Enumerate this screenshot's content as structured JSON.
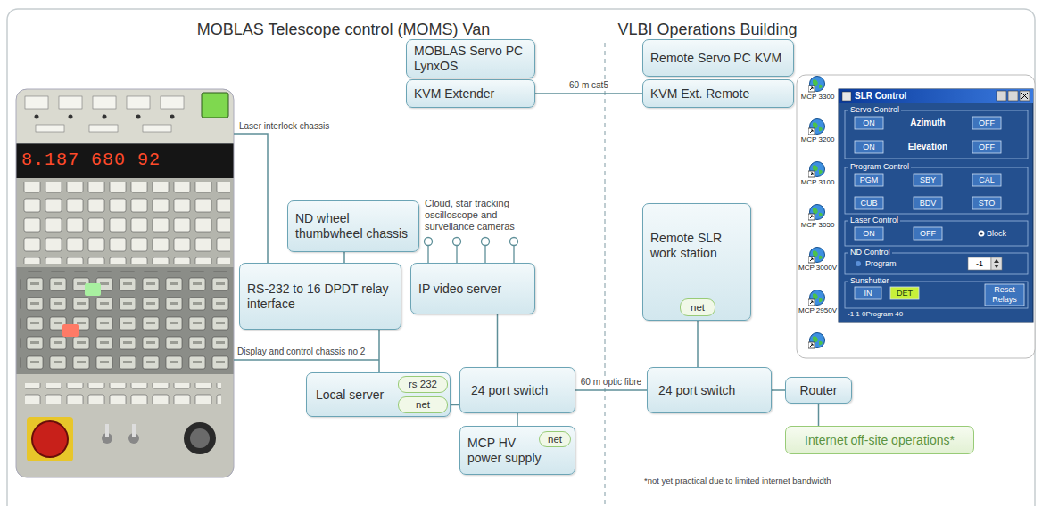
{
  "diagram": {
    "nodes": [
      {
        "text": [
          "MOBLAS Servo PC LynxOS"
        ]
      },
      {
        "text": [
          "KVM Extender"
        ]
      },
      {
        "text": [
          "Remote Servo PC KVM"
        ]
      },
      {
        "text": [
          "KVM Ext. Remote"
        ]
      },
      {
        "text": [
          "ND wheel thumbwheel chassis"
        ]
      },
      {
        "text": [
          "RS-232 to 16 DPDT relay interface"
        ]
      },
      {
        "text": [
          "IP video server"
        ]
      },
      {
        "text": [
          "Remote SLR work station"
        ]
      },
      {
        "text": [
          "net"
        ],
        "in": 7
      },
      {
        "text": [
          "Local server"
        ]
      },
      {
        "text": [
          "rs 232"
        ],
        "in": 9
      },
      {
        "text": [
          "net"
        ],
        "in": 9
      },
      {
        "text": [
          "24 port switch"
        ]
      },
      {
        "text": [
          "MCP HV power supply"
        ]
      },
      {
        "text": [
          "net"
        ],
        "in": 13
      },
      {
        "text": [
          "24 port switch"
        ]
      },
      {
        "text": [
          "Router"
        ]
      },
      {
        "text": [
          "Internet off-site operations*"
        ]
      }
    ],
    "edges": [
      {
        "from": 1,
        "to": 3,
        "arrow": "none",
        "label": "60 m cat5"
      },
      {
        "from": 4,
        "to": 5,
        "arrow": "none"
      },
      {
        "from": 5,
        "to": 9,
        "arrow": "none"
      },
      {
        "from": 6,
        "to": 12,
        "arrow": "none"
      },
      {
        "from": 11,
        "to": 12,
        "arrow": "none"
      },
      {
        "from": 12,
        "to": 13,
        "arrow": "none"
      },
      {
        "from": 12,
        "to": 15,
        "arrow": "none",
        "label": "60 m optic fibre"
      },
      {
        "from": 8,
        "to": 15,
        "arrow": "none"
      },
      {
        "from": 15,
        "to": 16,
        "arrow": "none"
      },
      {
        "from": 16,
        "to": 17,
        "arrow": "none"
      }
    ],
    "labels": [
      "MOBLAS Telescope control (MOMS) Van",
      "VLBI Operations Building",
      "Laser interlock chassis",
      "Display and control chassis no 2",
      "Cloud, star tracking oscilloscope and surveilance cameras",
      "*not yet practical due to limited internet bandwidth",
      "8.187 680 92",
      "MCP 3300",
      "MCP 3200",
      "MCP 3100",
      "MCP 3050",
      "MCP 3000V",
      "MCP 2950V",
      "SLR Control",
      "Servo Control",
      "ON",
      "Azimuth",
      "OFF",
      "ON",
      "Elevation",
      "OFF",
      "Program Control",
      "PGM",
      "SBY",
      "CAL",
      "CUB",
      "BDV",
      "STO",
      "Laser Control",
      "ON",
      "OFF",
      "Block",
      "ND Control",
      "Program",
      "-1",
      "Sunshutter",
      "IN",
      "DET",
      "Reset Relays",
      "-1 1 0Program 40"
    ]
  }
}
